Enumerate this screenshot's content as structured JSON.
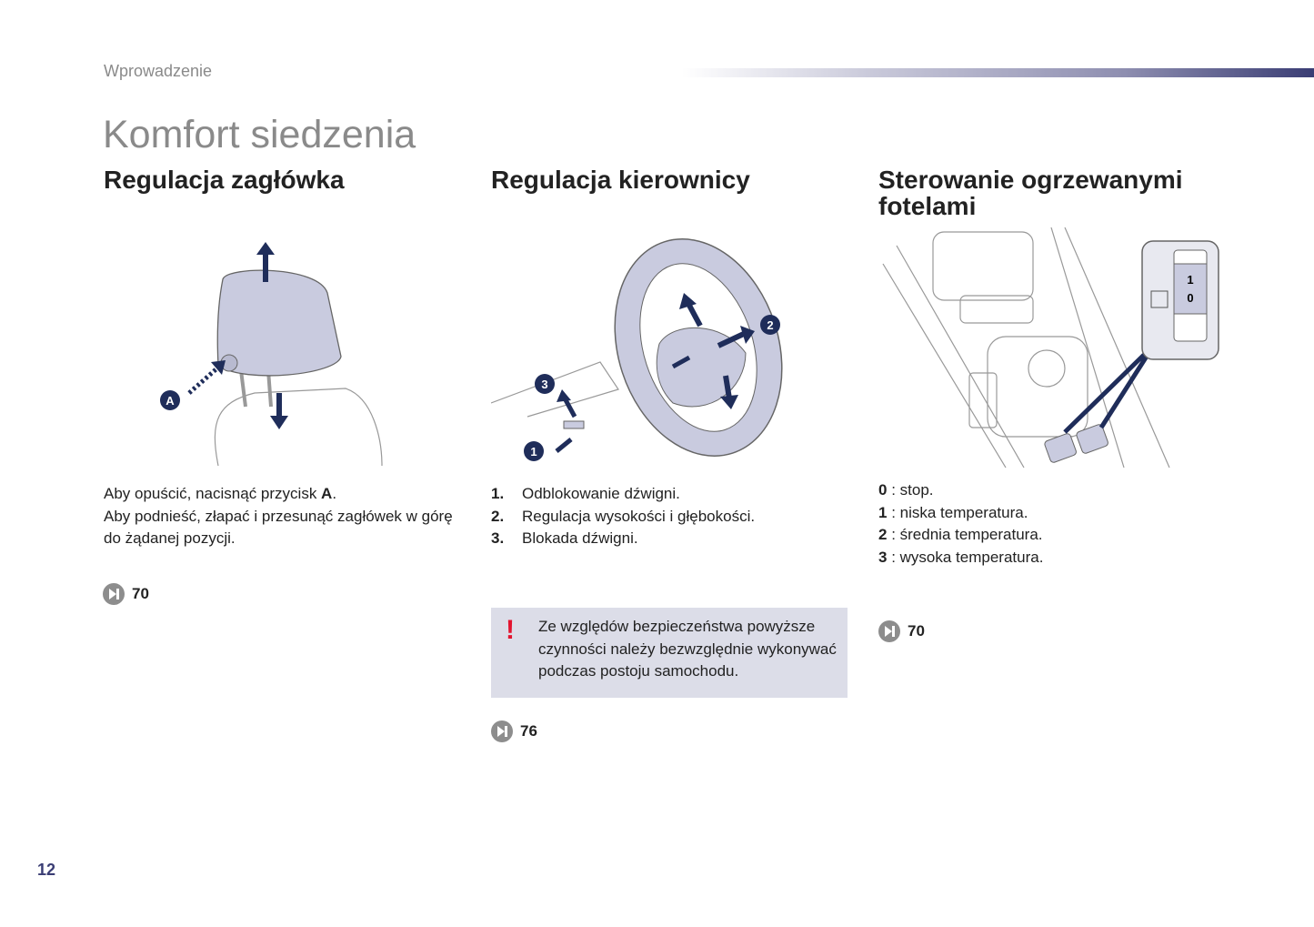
{
  "header": {
    "section": "Wprowadzenie",
    "title": "Komfort siedzenia"
  },
  "columns": [
    {
      "heading": "Regulacja zagłówka",
      "text_lines": [
        "Aby opuścić, nacisnąć przycisk ",
        "A",
        ".",
        "Aby podnieść, złapać i przesunąć zagłówek w górę do żądanej pozycji."
      ],
      "illustration_labels": [
        "A"
      ],
      "ref_page": "70"
    },
    {
      "heading": "Regulacja kierownicy",
      "items": [
        {
          "n": "1.",
          "text": "Odblokowanie dźwigni."
        },
        {
          "n": "2.",
          "text": "Regulacja wysokości i głębokości."
        },
        {
          "n": "3.",
          "text": "Blokada dźwigni."
        }
      ],
      "illustration_labels": [
        "1",
        "2",
        "3"
      ],
      "warning": {
        "icon": "exclamation-icon",
        "mark": "!",
        "text": "Ze względów bezpieczeństwa powyższe czynności należy bezwzględnie wykonywać podczas postoju samochodu."
      },
      "ref_page": "76"
    },
    {
      "heading": "Sterowanie ogrzewanymi fotelami",
      "items": [
        {
          "n": "0",
          "text": " : stop."
        },
        {
          "n": "1",
          "text": " : niska temperatura."
        },
        {
          "n": "2",
          "text": " : średnia temperatura."
        },
        {
          "n": "3",
          "text": " : wysoka temperatura."
        }
      ],
      "illustration_labels": [
        "1",
        "0"
      ],
      "ref_page": "70"
    }
  ],
  "footer": {
    "page_number": "12"
  },
  "colors": {
    "accent": "#3a3d74",
    "warning_bg": "#dcdde8",
    "warning_mark": "#e3142f",
    "illustration_fill": "#c9cbdf",
    "arrow": "#1f2d5a"
  }
}
